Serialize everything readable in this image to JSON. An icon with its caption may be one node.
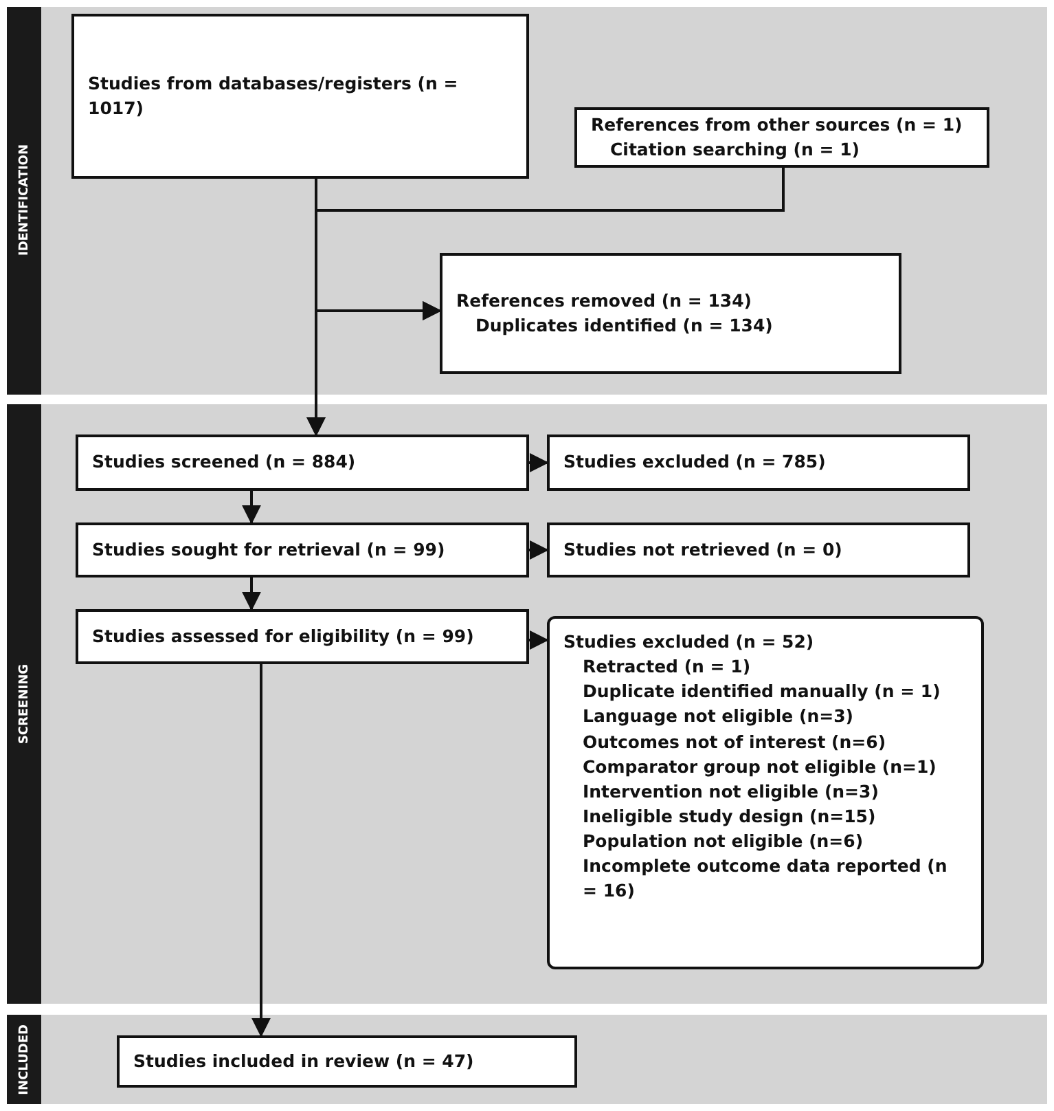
{
  "diagram": {
    "nodes": [
      {
        "text": [
          "IDENTIFICATION"
        ]
      },
      {
        "text": [
          "Studies from databases/registers (n = 1017)"
        ],
        "in": 0
      },
      {
        "text": [
          "References from other sources **(n = 1)**",
          "Citation searching (n = 1)"
        ],
        "in": 0
      },
      {
        "text": [
          "References removed **(n = 134)**",
          "Duplicates identified (n = 134)"
        ],
        "in": 0
      },
      {
        "text": [
          "SCREENING"
        ]
      },
      {
        "text": [
          "Studies screened (n = 884)"
        ],
        "in": 4
      },
      {
        "text": [
          "Studies excluded (n = 785)"
        ],
        "in": 4
      },
      {
        "text": [
          "Studies sought for retrieval (n = 99)"
        ],
        "in": 4
      },
      {
        "text": [
          "Studies not retrieved (n = 0)"
        ],
        "in": 4
      },
      {
        "text": [
          "Studies assessed for eligibility (n = 99)"
        ],
        "in": 4
      },
      {
        "text": [
          "Studies excluded (n = 52)",
          "Retracted (n = 1)",
          "Duplicate identified manually (n = 1)",
          "Language not eligible (n=3)",
          "Outcomes not of interest (n=6)",
          "Comparator group not eligible (n=1)",
          "Intervention not eligible (n=3)",
          "Ineligible study design (n=15)",
          "Population not eligible (n=6)",
          "Incomplete outcome data reported (n = 16)"
        ],
        "in": 4
      },
      {
        "text": [
          "INCLUDED"
        ]
      },
      {
        "text": [
          "Studies included in review (n = 47)"
        ],
        "in": 11
      }
    ],
    "edges": [
      {
        "from": 1,
        "to": 3,
        "arrow": "to"
      },
      {
        "from": 2,
        "to": 3,
        "arrow": "to"
      },
      {
        "from": 1,
        "to": 5,
        "arrow": "to"
      },
      {
        "from": 2,
        "to": 5,
        "arrow": "to"
      },
      {
        "from": 5,
        "to": 6,
        "arrow": "to"
      },
      {
        "from": 5,
        "to": 7,
        "arrow": "to"
      },
      {
        "from": 7,
        "to": 8,
        "arrow": "to"
      },
      {
        "from": 7,
        "to": 9,
        "arrow": "to"
      },
      {
        "from": 9,
        "to": 10,
        "arrow": "to"
      },
      {
        "from": 9,
        "to": 12,
        "arrow": "to"
      }
    ]
  }
}
